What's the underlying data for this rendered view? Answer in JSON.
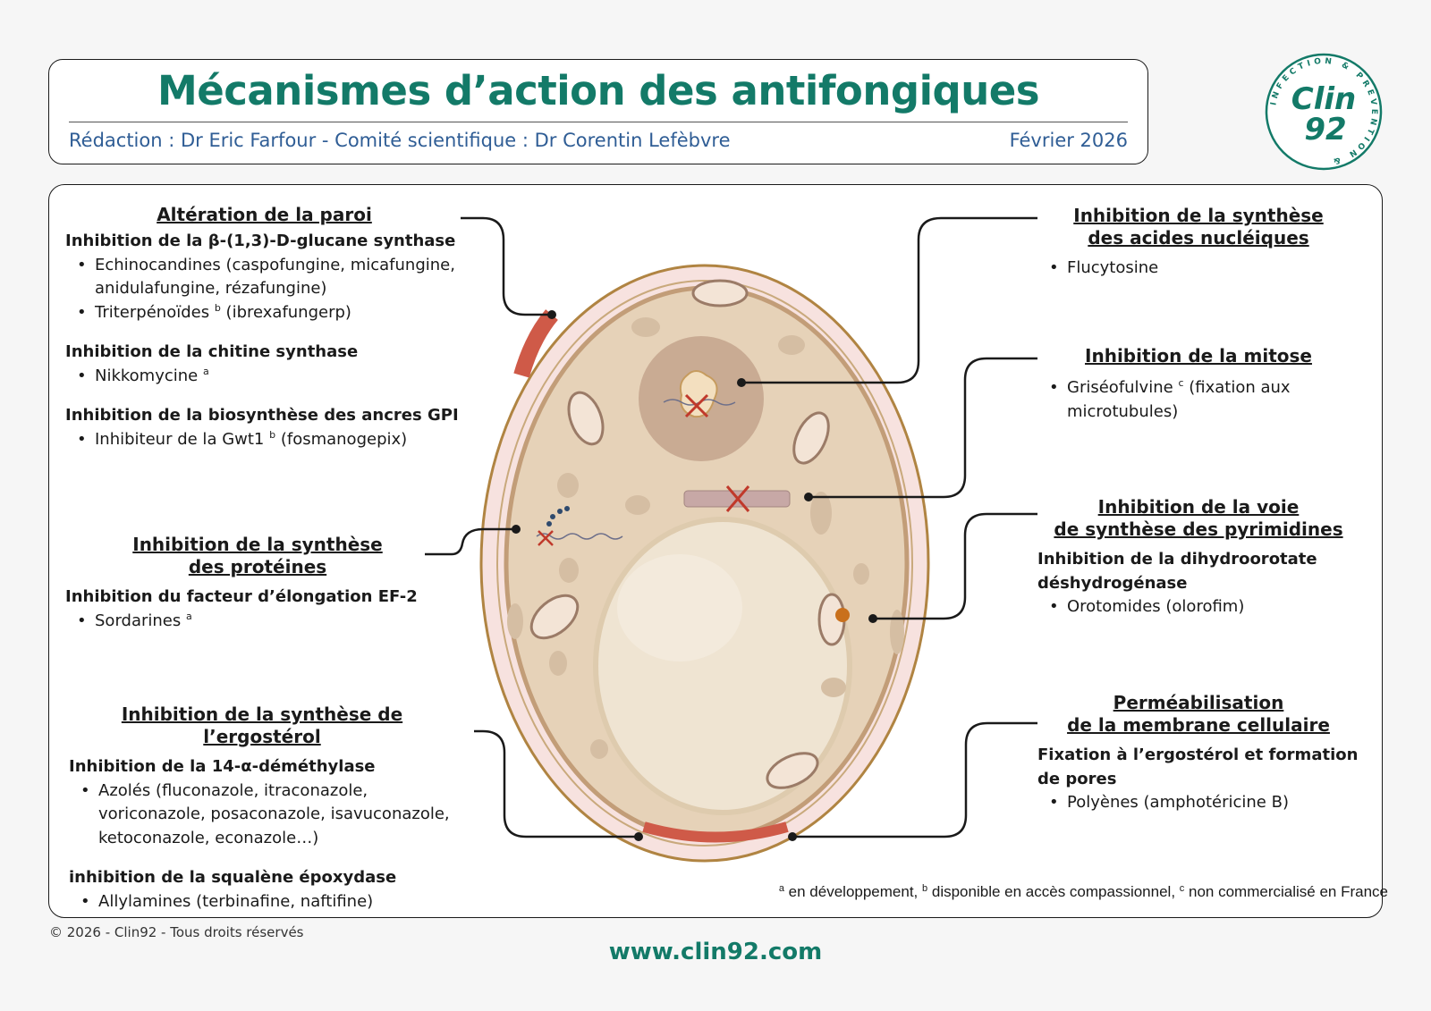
{
  "header": {
    "title": "Mécanismes d’action des antifongiques",
    "credits": "Rédaction : Dr Eric Farfour - Comité scientifique : Dr Corentin Lefèbvre",
    "date": "Février 2026"
  },
  "logo": {
    "line1": "Clin",
    "line2": "92",
    "ring_text": "INFECTION & PREVENTION &",
    "icon": "clin92-logo"
  },
  "sections": {
    "paroi": {
      "title": "Altération de la paroi",
      "groups": [
        {
          "subtitle": "Inhibition de la β-(1,3)-D-glucane synthase",
          "items": [
            {
              "text": "Echinocandines (caspofungine, micafungine, anidulafungine, rézafungine)",
              "sup": "",
              "after": ""
            },
            {
              "text": "Triterpénoïdes",
              "sup": "b",
              "after": "(ibrexafungerp)"
            }
          ]
        },
        {
          "subtitle": "Inhibition de la chitine synthase",
          "items": [
            {
              "text": "Nikkomycine",
              "sup": "a",
              "after": ""
            }
          ]
        },
        {
          "subtitle": "Inhibition de la biosynthèse des ancres GPI",
          "items": [
            {
              "text": "Inhibiteur de la Gwt1",
              "sup": "b",
              "after": "(fosmanogepix)"
            }
          ]
        }
      ]
    },
    "proteines": {
      "title_line1": "Inhibition de la synthèse",
      "title_line2": "des protéines",
      "subtitle": "Inhibition du facteur d’élongation EF-2",
      "item_text": "Sordarines",
      "item_sup": "a"
    },
    "ergosterol": {
      "title": "Inhibition de la synthèse de l’ergostérol",
      "subtitle1": "Inhibition de la 14-α-déméthylase",
      "item1_text": "Azolés (fluconazole, itraconazole, voriconazole, posaconazole, isavuconazole, ketoconazole, econazole…)",
      "subtitle2": "inhibition de la squalène époxydase",
      "item2_text": "Allylamines (terbinafine, naftifine)"
    },
    "nucleiques": {
      "title_line1": "Inhibition de la synthèse",
      "title_line2": "des acides nucléiques",
      "item_text": "Flucytosine"
    },
    "mitose": {
      "title": "Inhibition de la mitose",
      "item_text": "Griséofulvine",
      "item_sup": "c",
      "item_after": "(fixation aux microtubules)"
    },
    "pyrimidines": {
      "title_line1": "Inhibition de la voie",
      "title_line2": "de synthèse des pyrimidines",
      "subtitle": "Inhibition de la dihydroorotate déshydrogénase",
      "item_text": "Orotomides  (olorofim)"
    },
    "membrane": {
      "title_line1": "Perméabilisation",
      "title_line2": "de la membrane cellulaire",
      "subtitle": "Fixation à l’ergostérol et formation de pores",
      "item_text": "Polyènes (amphotéricine B)"
    }
  },
  "footnote": {
    "a_sup": "a",
    "a_text": "en développement,",
    "b_sup": "b",
    "b_text": "disponible en accès compassionnel,",
    "c_sup": "c",
    "c_text": "non commercialisé en France"
  },
  "footer": {
    "copyright": "© 2026 - Clin92 - Tous droits réservés",
    "website": "www.clin92.com"
  },
  "colors": {
    "brand_green": "#137a68",
    "credits_blue": "#2f5d95",
    "cell_wall": "#f7e2df",
    "cell_cytoplasm": "#e6d2b8",
    "cell_outline": "#b08442",
    "target_red": "#cf5a48",
    "inhibition_x": "#c0392b"
  }
}
